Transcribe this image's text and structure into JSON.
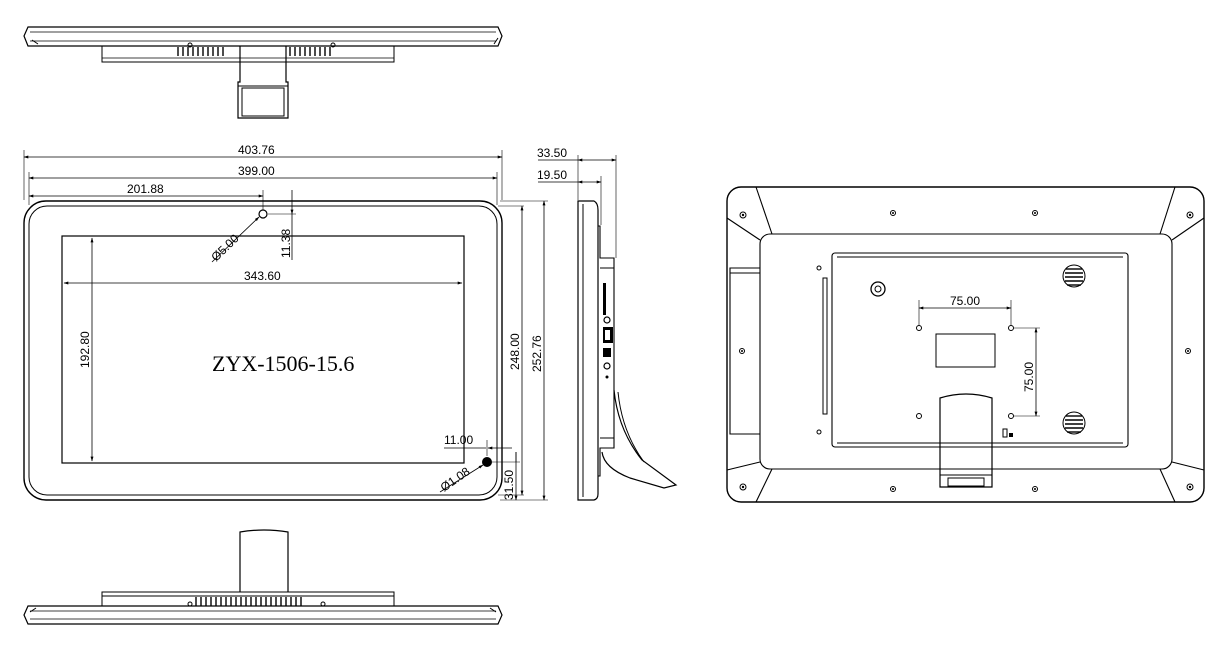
{
  "model_label": "ZYX-1506-15.6",
  "front_view": {
    "dim_overall_width": "403.76",
    "dim_bezel_width": "399.00",
    "dim_half_width": "201.88",
    "dim_cam_offset": "11.38",
    "dim_cam_diameter": "Ø5.00",
    "dim_screen_width": "343.60",
    "dim_screen_height": "192.80",
    "dim_bezel_height": "248.00",
    "dim_overall_height": "252.76",
    "dim_led_offset_x": "11.00",
    "dim_led_offset_y": "31.50",
    "dim_led_diameter": "Ø1.08"
  },
  "side_view": {
    "dim_depth_total": "33.50",
    "dim_depth_body": "19.50"
  },
  "back_view": {
    "dim_vesa_h": "75.00",
    "dim_vesa_v": "75.00"
  }
}
